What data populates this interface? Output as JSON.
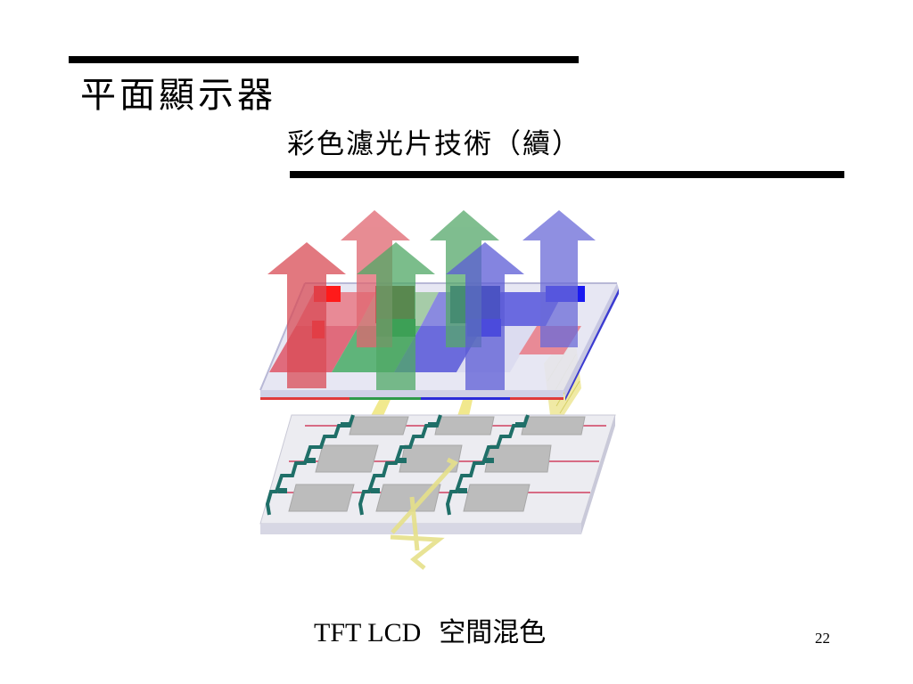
{
  "slide": {
    "title": "平面顯示器",
    "subtitle": "彩色濾光片技術（續）",
    "caption_latin": "TFT LCD",
    "caption_cjk": "空間混色",
    "page_number": "22"
  },
  "figure": {
    "icon": "tft-lcd-color-filter-diagram",
    "colors": {
      "red": "#e23b3b",
      "green": "#2f9a4a",
      "blue": "#2b2bd8",
      "pink_arrow": "#d9787a",
      "green_arrow": "#6fae7c",
      "blue_arrow": "#7777d6",
      "glass": "#dcdcef",
      "circuit": "#1f6f68",
      "pixel": "#b9b9b9",
      "light": "#e8e25a"
    }
  }
}
